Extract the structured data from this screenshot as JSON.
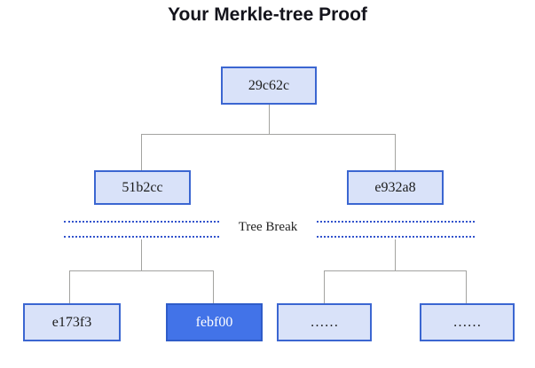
{
  "title": "Your Merkle-tree Proof",
  "tree": {
    "root": {
      "label": "29c62c"
    },
    "level2": [
      {
        "label": "51b2cc"
      },
      {
        "label": "e932a8"
      }
    ],
    "break_label": "Tree Break",
    "leaves": [
      {
        "label": "e173f3",
        "highlighted": false
      },
      {
        "label": "febf00",
        "highlighted": true
      },
      {
        "label": "……",
        "highlighted": false
      },
      {
        "label": "……",
        "highlighted": false
      }
    ]
  },
  "colors": {
    "node_fill": "#d9e2f9",
    "node_border": "#3b66d1",
    "highlight_fill": "#4273e8",
    "highlight_border": "#2f5cc9",
    "highlight_text": "#ffffff",
    "connector": "#a3a3a0",
    "break_line": "#3253cc",
    "title_text": "#14141c",
    "node_text": "#1c1c1c"
  }
}
